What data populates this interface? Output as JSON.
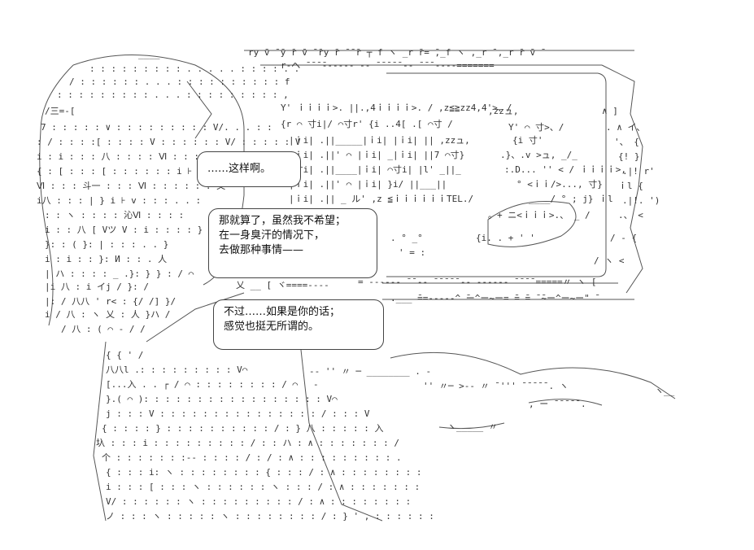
{
  "colors": {
    "background": "#ffffff",
    "ink": "#333333",
    "bubble_border": "#444444",
    "bubble_text": "#111111"
  },
  "bubbles": [
    {
      "lines": [
        "……这样啊。"
      ]
    },
    {
      "lines": [
        "那就算了，虽然我不希望；",
        "在一身臭汗的情况下，",
        "去做那种事情——"
      ]
    },
    {
      "lines": [
        "不过……如果是你的话；",
        "感觉也挺无所谓的。"
      ]
    }
  ]
}
